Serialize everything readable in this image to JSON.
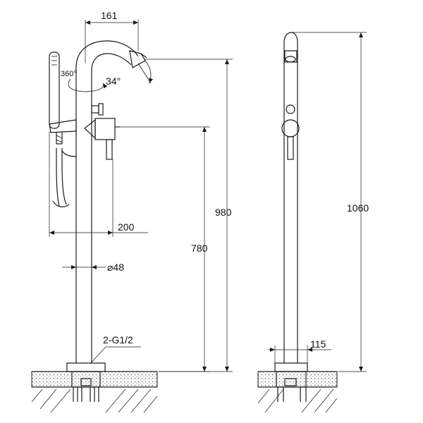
{
  "dimensions": {
    "spout_reach": "161",
    "swivel_angle": "360°",
    "spout_angle": "34°",
    "handshower_offset": "200",
    "pipe_diameter": "⌀48",
    "outlet_height": "780",
    "spout_height": "980",
    "total_height": "1060",
    "base_width": "115",
    "connection_thread": "2-G1/2"
  },
  "colors": {
    "line": "#1a1a1a",
    "background": "#ffffff",
    "ground_fill": "#e6e6e6"
  }
}
